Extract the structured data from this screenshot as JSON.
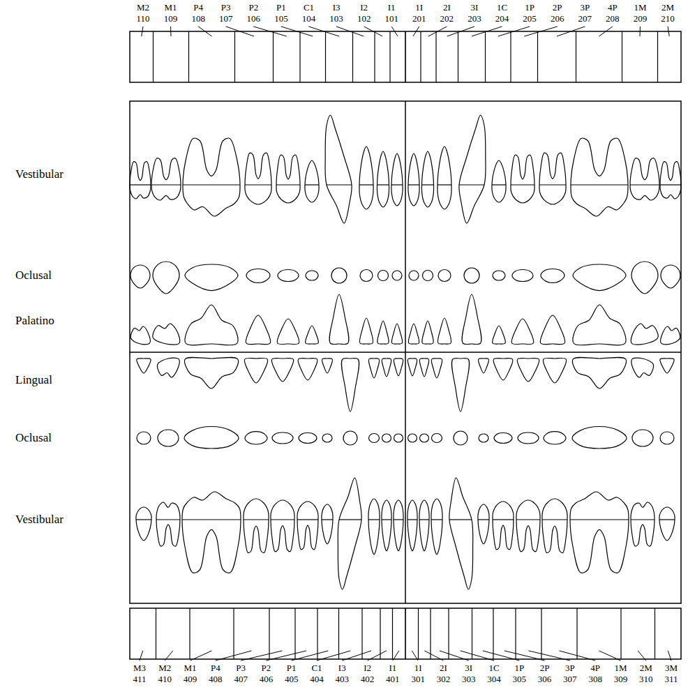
{
  "diagram": {
    "labels": [
      "M2",
      "110",
      "M1",
      "109",
      "P4",
      "108",
      "P3",
      "107",
      "P2",
      "106",
      "P1",
      "105",
      "C1",
      "104",
      "I3",
      "103",
      "I2",
      "102",
      "I1",
      "101",
      "1I",
      "201",
      "2I",
      "202",
      "3I",
      "203",
      "1C",
      "204",
      "1P",
      "205",
      "2P",
      "206",
      "3P",
      "207",
      "4P",
      "208",
      "1M",
      "209",
      "2M",
      "210",
      "Vestibular",
      "Oclusal",
      "Palatino",
      "Lingual",
      "Oclusal",
      "Vestibular",
      "M3",
      "411",
      "M2",
      "410",
      "M1",
      "409",
      "P4",
      "408",
      "P3",
      "407",
      "P2",
      "406",
      "P1",
      "405",
      "C1",
      "404",
      "I3",
      "403",
      "I2",
      "402",
      "I1",
      "401",
      "1I",
      "301",
      "2I",
      "302",
      "3I",
      "303",
      "1C",
      "304",
      "1P",
      "305",
      "2P",
      "306",
      "3P",
      "307",
      "4P",
      "308",
      "1M",
      "309",
      "2M",
      "310",
      "3M",
      "311"
    ]
  }
}
